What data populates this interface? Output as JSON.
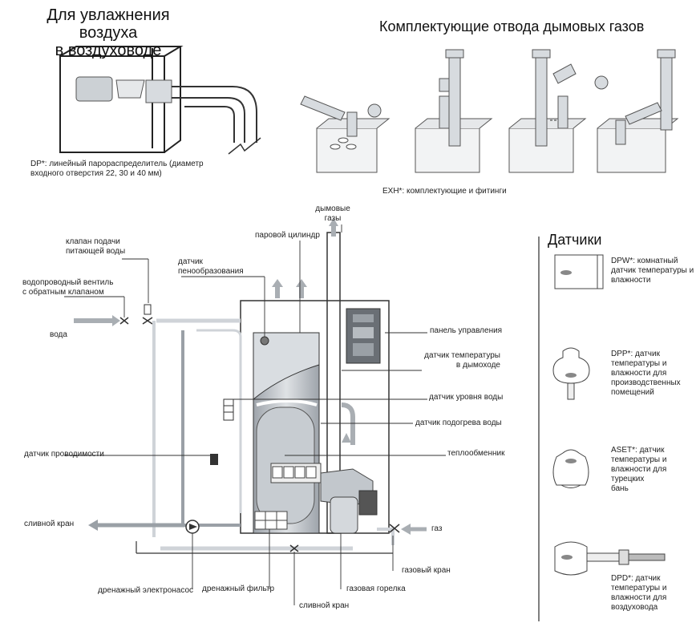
{
  "humidifier_section": {
    "title_line1": "Для увлажнения воздуха",
    "title_line2": "в воздуховоде",
    "dp_note_line1": "DP*: линейный парораспределитель (диаметр",
    "dp_note_line2": "входного отверстия 22, 30 и 40 мм)"
  },
  "exhaust_section": {
    "title": "Комплектующие отвода дымовых газов",
    "note": "EXH*: комплектующие и фитинги"
  },
  "sensors_section": {
    "title": "Датчики",
    "items": [
      {
        "lines": [
          "DPW*: комнатный",
          "датчик температуры и",
          "влажности"
        ]
      },
      {
        "lines": [
          "DPP*: датчик",
          "температуры и",
          "влажности для",
          "производственных",
          "помещений"
        ]
      },
      {
        "lines": [
          "ASET*: датчик",
          "температуры и",
          "влажности для турецких",
          "бань"
        ]
      },
      {
        "lines": [
          "DPD*: датчик",
          "температуры и",
          "влажности для",
          "воздуховода"
        ]
      }
    ]
  },
  "main_labels": {
    "flue_gases": [
      "дымовые",
      "газы"
    ],
    "steam_cylinder": "паровой цилиндр",
    "feed_valve": [
      "клапан подачи",
      "питающей воды"
    ],
    "foam_sensor": [
      "датчик",
      "пенообразования"
    ],
    "water_valve": [
      "водопроводный вентиль",
      "с обратным клапаном"
    ],
    "water": "вода",
    "control_panel": "панель управления",
    "flue_temp_sensor": [
      "датчик температуры",
      "в дымоходе"
    ],
    "water_level_sensor": "датчик уровня воды",
    "water_heat_sensor": "датчик подогрева воды",
    "heat_exchanger": "теплообменник",
    "conductivity_sensor": "датчик проводимости",
    "drain_tap_left": "сливной кран",
    "gas": "газ",
    "gas_tap": "газовый кран",
    "gas_burner": "газовая горелка",
    "drain_pump": "дренажный электронасос",
    "drain_filter": "дренажный фильтр",
    "drain_tap_bottom": "сливной кран"
  },
  "colors": {
    "pipe": "#cfd3d8",
    "pipe_dark": "#9aa0a6",
    "arrow": "#a9aeb3",
    "cylinder": "#b9bfc6",
    "line": "#333333"
  }
}
